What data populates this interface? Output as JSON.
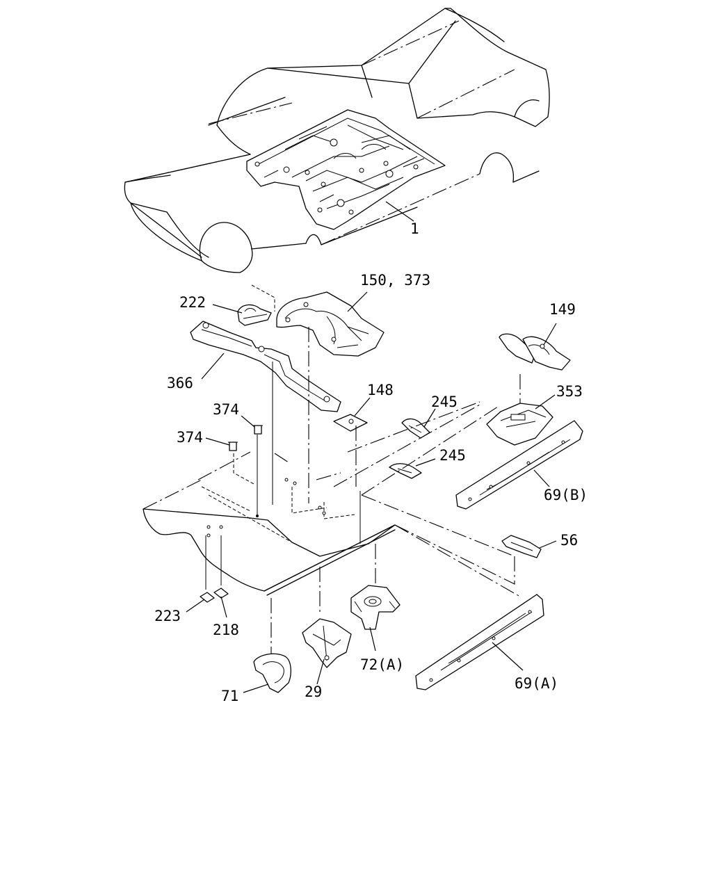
{
  "callouts": {
    "c1": "1",
    "c150": "150, 373",
    "c222": "222",
    "c149": "149",
    "c366": "366",
    "c148": "148",
    "c374a": "374",
    "c374b": "374",
    "c245a": "245",
    "c353": "353",
    "c245b": "245",
    "c69b": "69(B)",
    "c56": "56",
    "c223": "223",
    "c218": "218",
    "c72a": "72(A)",
    "c69a": "69(A)",
    "c71": "71",
    "c29": "29"
  }
}
